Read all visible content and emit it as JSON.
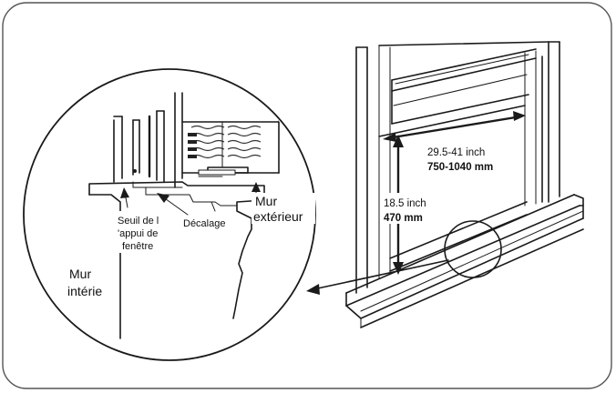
{
  "labels": {
    "width_range_inch": "29.5-41 inch",
    "width_range_mm": "750-1040 mm",
    "height_inch": "18.5 inch",
    "height_mm": "470 mm",
    "seuil_line1": "Seuil de l",
    "seuil_line2": "'appui de",
    "seuil_line3": "fenêtre",
    "decalage": "Décalage",
    "mur_exterieur_line1": "Mur",
    "mur_exterieur_line2": "extérieur",
    "mur_interieur_line1": "Mur",
    "mur_interieur_line2": "intérie"
  },
  "icons": {
    "ac_unit": "air-conditioner-icon"
  }
}
